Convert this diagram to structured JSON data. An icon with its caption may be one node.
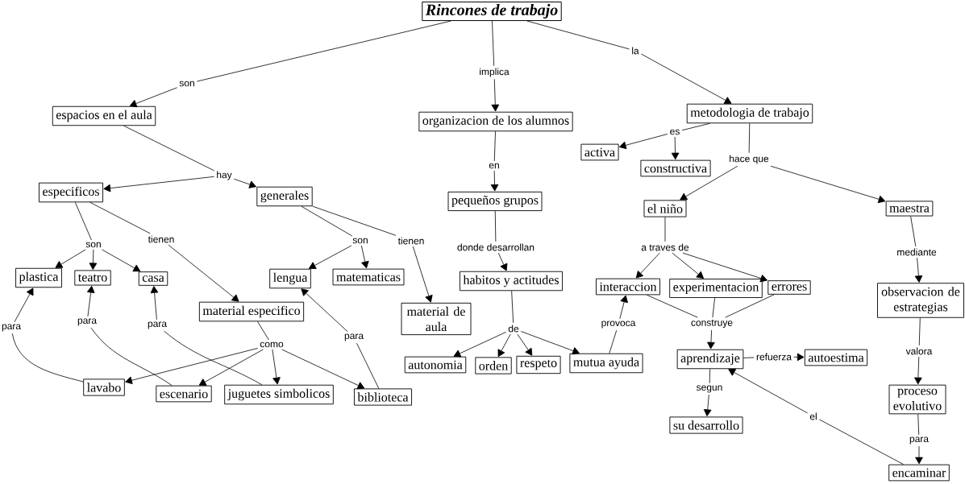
{
  "diagram": {
    "nodes": [
      {
        "text": [
          "Rincones de trabajo"
        ]
      },
      {
        "text": [
          "la"
        ]
      },
      {
        "text": [
          "implica"
        ]
      },
      {
        "text": [
          "son"
        ]
      },
      {
        "text": [
          "metodologia de trabajo"
        ]
      },
      {
        "text": [
          "espacios en el aula"
        ]
      },
      {
        "text": [
          "organizacion de los alumnos"
        ]
      },
      {
        "text": [
          "es"
        ]
      },
      {
        "text": [
          "activa"
        ]
      },
      {
        "text": [
          "hace que"
        ]
      },
      {
        "text": [
          "en"
        ]
      },
      {
        "text": [
          "constructiva"
        ]
      },
      {
        "text": [
          "hay"
        ]
      },
      {
        "text": [
          "especificos"
        ]
      },
      {
        "text": [
          "generales"
        ]
      },
      {
        "text": [
          "pequeños grupos"
        ]
      },
      {
        "text": [
          "el niño"
        ]
      },
      {
        "text": [
          "maestra"
        ]
      },
      {
        "text": [
          "tienen"
        ]
      },
      {
        "text": [
          "son"
        ]
      },
      {
        "text": [
          "tienen"
        ]
      },
      {
        "text": [
          "son"
        ]
      },
      {
        "text": [
          "donde desarrollan"
        ]
      },
      {
        "text": [
          "a traves de"
        ]
      },
      {
        "text": [
          "mediante"
        ]
      },
      {
        "text": [
          "plastica"
        ]
      },
      {
        "text": [
          "teatro"
        ]
      },
      {
        "text": [
          "casa"
        ]
      },
      {
        "text": [
          "lengua"
        ]
      },
      {
        "text": [
          "matematicas"
        ]
      },
      {
        "text": [
          "habitos y actitudes"
        ]
      },
      {
        "text": [
          "interaccion"
        ]
      },
      {
        "text": [
          "experimentacion"
        ]
      },
      {
        "text": [
          "errores"
        ]
      },
      {
        "text": [
          "observacion de estrategias"
        ]
      },
      {
        "text": [
          "material especifico"
        ]
      },
      {
        "text": [
          "material de aula"
        ]
      },
      {
        "text": [
          "para"
        ]
      },
      {
        "text": [
          "provoca"
        ]
      },
      {
        "text": [
          "para"
        ]
      },
      {
        "text": [
          "construye"
        ]
      },
      {
        "text": [
          "para"
        ]
      },
      {
        "text": [
          "de"
        ]
      },
      {
        "text": [
          "para"
        ]
      },
      {
        "text": [
          "como"
        ]
      },
      {
        "text": [
          "valora"
        ]
      },
      {
        "text": [
          "refuerza"
        ]
      },
      {
        "text": [
          "aprendizaje"
        ]
      },
      {
        "text": [
          "autoestima"
        ]
      },
      {
        "text": [
          "mutua ayuda"
        ]
      },
      {
        "text": [
          "autonomia"
        ]
      },
      {
        "text": [
          "orden"
        ]
      },
      {
        "text": [
          "respeto"
        ]
      },
      {
        "text": [
          "lavabo"
        ]
      },
      {
        "text": [
          "segun"
        ]
      },
      {
        "text": [
          "escenario"
        ]
      },
      {
        "text": [
          "juguetes simbolicos"
        ]
      },
      {
        "text": [
          "biblioteca"
        ]
      },
      {
        "text": [
          "proceso evolutivo"
        ]
      },
      {
        "text": [
          "el"
        ]
      },
      {
        "text": [
          "su desarrollo"
        ]
      },
      {
        "text": [
          "para"
        ]
      },
      {
        "text": [
          "encaminar"
        ]
      }
    ],
    "edges": [
      {
        "from": 0,
        "to": 3,
        "arrow": "none"
      },
      {
        "from": 3,
        "to": 5,
        "arrow": "to"
      },
      {
        "from": 0,
        "to": 2,
        "arrow": "none"
      },
      {
        "from": 2,
        "to": 6,
        "arrow": "to"
      },
      {
        "from": 0,
        "to": 1,
        "arrow": "none"
      },
      {
        "from": 1,
        "to": 4,
        "arrow": "to"
      },
      {
        "from": 5,
        "to": 12,
        "arrow": "none"
      },
      {
        "from": 12,
        "to": 13,
        "arrow": "to"
      },
      {
        "from": 12,
        "to": 14,
        "arrow": "to"
      },
      {
        "from": 4,
        "to": 7,
        "arrow": "none"
      },
      {
        "from": 7,
        "to": 8,
        "arrow": "to"
      },
      {
        "from": 7,
        "to": 11,
        "arrow": "to"
      },
      {
        "from": 4,
        "to": 9,
        "arrow": "none"
      },
      {
        "from": 9,
        "to": 16,
        "arrow": "to"
      },
      {
        "from": 9,
        "to": 17,
        "arrow": "to"
      },
      {
        "from": 6,
        "to": 10,
        "arrow": "none"
      },
      {
        "from": 10,
        "to": 15,
        "arrow": "to"
      },
      {
        "from": 15,
        "to": 22,
        "arrow": "none"
      },
      {
        "from": 22,
        "to": 30,
        "arrow": "to"
      },
      {
        "from": 13,
        "to": 21,
        "arrow": "none"
      },
      {
        "from": 21,
        "to": 25,
        "arrow": "to"
      },
      {
        "from": 21,
        "to": 26,
        "arrow": "to"
      },
      {
        "from": 21,
        "to": 27,
        "arrow": "to"
      },
      {
        "from": 13,
        "to": 18,
        "arrow": "none"
      },
      {
        "from": 18,
        "to": 35,
        "arrow": "to"
      },
      {
        "from": 14,
        "to": 19,
        "arrow": "none"
      },
      {
        "from": 19,
        "to": 28,
        "arrow": "to"
      },
      {
        "from": 19,
        "to": 29,
        "arrow": "to"
      },
      {
        "from": 14,
        "to": 20,
        "arrow": "none"
      },
      {
        "from": 20,
        "to": 36,
        "arrow": "to"
      },
      {
        "from": 16,
        "to": 23,
        "arrow": "none"
      },
      {
        "from": 23,
        "to": 31,
        "arrow": "to"
      },
      {
        "from": 23,
        "to": 32,
        "arrow": "to"
      },
      {
        "from": 23,
        "to": 33,
        "arrow": "to"
      },
      {
        "from": 17,
        "to": 24,
        "arrow": "none"
      },
      {
        "from": 24,
        "to": 34,
        "arrow": "to"
      },
      {
        "from": 35,
        "to": 44,
        "arrow": "none"
      },
      {
        "from": 44,
        "to": 53,
        "arrow": "to"
      },
      {
        "from": 44,
        "to": 55,
        "arrow": "to"
      },
      {
        "from": 44,
        "to": 56,
        "arrow": "to"
      },
      {
        "from": 44,
        "to": 57,
        "arrow": "to"
      },
      {
        "from": 53,
        "to": 41,
        "arrow": "none"
      },
      {
        "from": 41,
        "to": 25,
        "arrow": "to"
      },
      {
        "from": 55,
        "to": 37,
        "arrow": "none"
      },
      {
        "from": 37,
        "to": 26,
        "arrow": "to"
      },
      {
        "from": 56,
        "to": 39,
        "arrow": "none"
      },
      {
        "from": 39,
        "to": 27,
        "arrow": "to"
      },
      {
        "from": 57,
        "to": 43,
        "arrow": "none"
      },
      {
        "from": 43,
        "to": 28,
        "arrow": "to"
      },
      {
        "from": 30,
        "to": 42,
        "arrow": "none"
      },
      {
        "from": 42,
        "to": 50,
        "arrow": "to"
      },
      {
        "from": 42,
        "to": 51,
        "arrow": "to"
      },
      {
        "from": 42,
        "to": 52,
        "arrow": "to"
      },
      {
        "from": 42,
        "to": 49,
        "arrow": "to"
      },
      {
        "from": 49,
        "to": 38,
        "arrow": "none"
      },
      {
        "from": 38,
        "to": 31,
        "arrow": "to"
      },
      {
        "from": 31,
        "to": 40,
        "arrow": "none"
      },
      {
        "from": 32,
        "to": 40,
        "arrow": "none"
      },
      {
        "from": 33,
        "to": 40,
        "arrow": "none"
      },
      {
        "from": 40,
        "to": 47,
        "arrow": "to"
      },
      {
        "from": 47,
        "to": 46,
        "arrow": "none"
      },
      {
        "from": 46,
        "to": 48,
        "arrow": "to"
      },
      {
        "from": 34,
        "to": 45,
        "arrow": "none"
      },
      {
        "from": 45,
        "to": 58,
        "arrow": "to"
      },
      {
        "from": 47,
        "to": 54,
        "arrow": "none"
      },
      {
        "from": 54,
        "to": 60,
        "arrow": "to"
      },
      {
        "from": 62,
        "to": 59,
        "arrow": "none"
      },
      {
        "from": 59,
        "to": 47,
        "arrow": "to"
      },
      {
        "from": 58,
        "to": 61,
        "arrow": "none"
      },
      {
        "from": 61,
        "to": 62,
        "arrow": "to"
      }
    ]
  }
}
